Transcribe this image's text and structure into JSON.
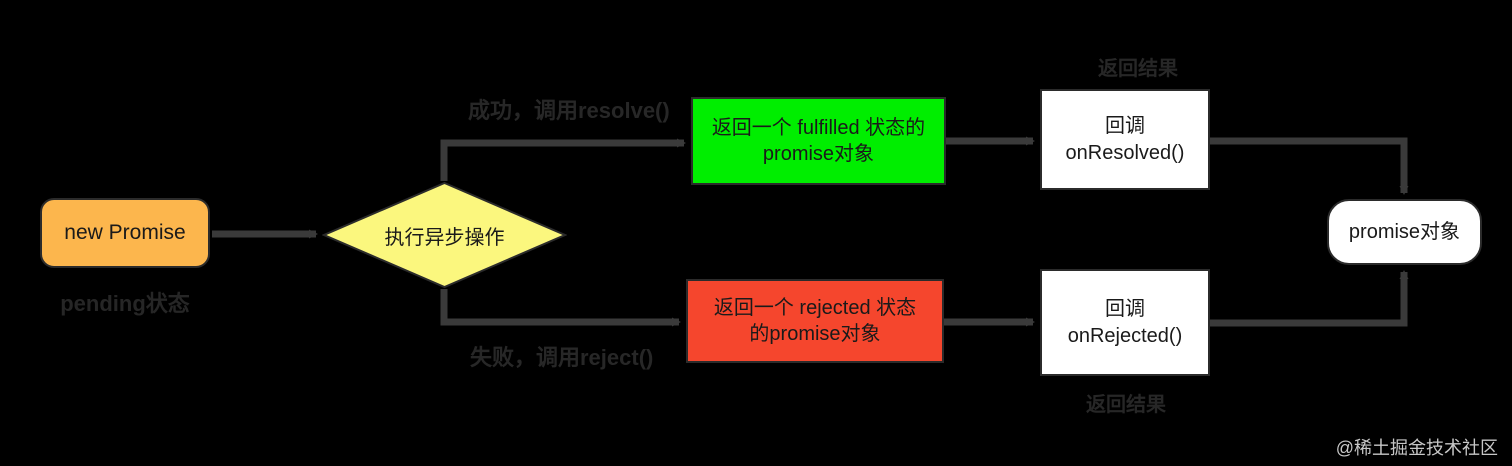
{
  "diagram": {
    "title": "Promise flow diagram",
    "background_color": "#000000",
    "nodes": {
      "new_promise": {
        "label": "new Promise",
        "color": "#fcb64d",
        "shape": "rounded-rect"
      },
      "pending_caption": {
        "label": "pending状态"
      },
      "decision": {
        "label": "执行异步操作",
        "color": "#fbf77e",
        "shape": "diamond"
      },
      "fulfilled_box": {
        "line1": "返回一个 fulfilled 状态的",
        "line2": "promise对象",
        "color": "#00ee00",
        "shape": "rect"
      },
      "rejected_box": {
        "line1": "返回一个 rejected 状态",
        "line2": "的promise对象",
        "color": "#f5462d",
        "shape": "rect"
      },
      "on_resolved": {
        "line1": "回调",
        "line2": "onResolved()",
        "color": "#ffffff",
        "shape": "rect"
      },
      "on_rejected": {
        "line1": "回调",
        "line2": "onRejected()",
        "color": "#ffffff",
        "shape": "rect"
      },
      "promise_object": {
        "label": "promise对象",
        "color": "#ffffff",
        "shape": "rounded-rect"
      }
    },
    "edge_labels": {
      "success": "成功，调用resolve()",
      "failure": "失败，调用reject()",
      "result_top": "返回结果",
      "result_bottom": "返回结果"
    },
    "watermark": "@稀土掘金技术社区"
  }
}
